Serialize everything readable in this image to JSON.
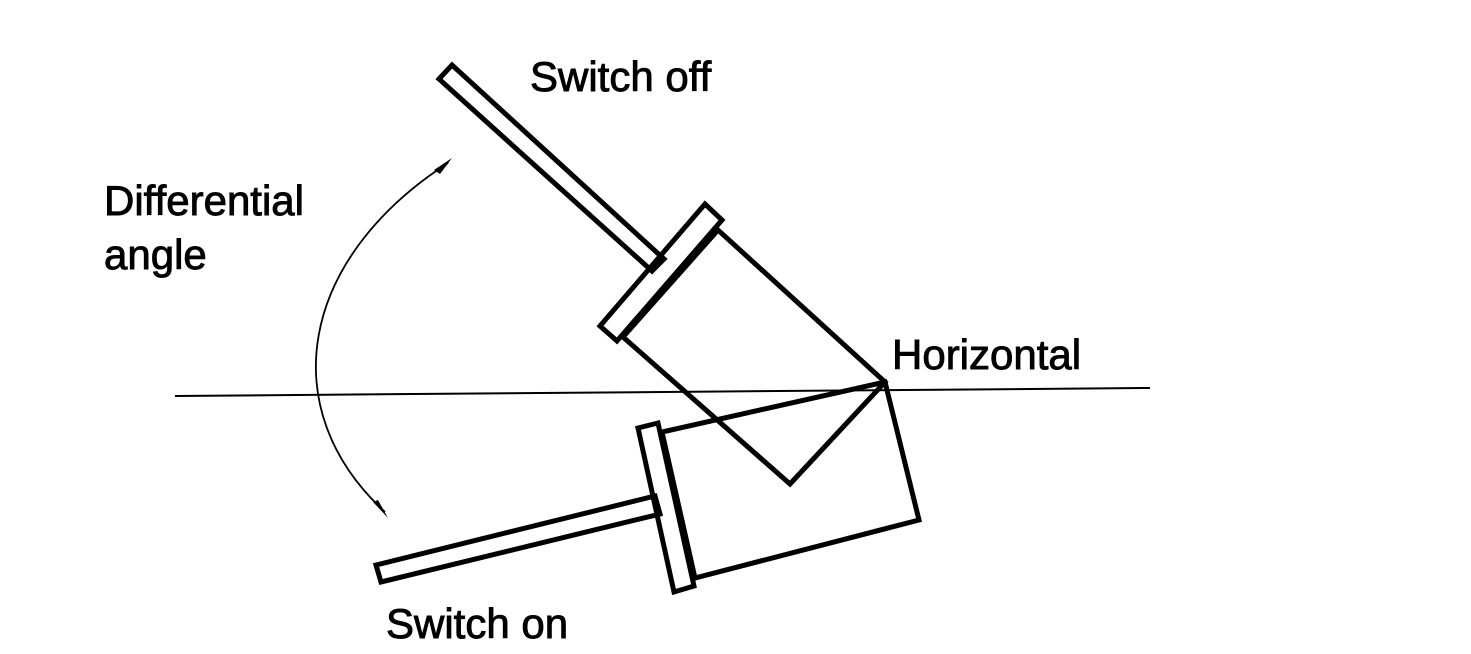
{
  "labels": {
    "switch_off": "Switch off",
    "switch_on": "Switch on",
    "horizontal": "Horizontal",
    "differential_line1": "Differential",
    "differential_line2": "angle"
  },
  "colors": {
    "stroke": "#000000",
    "background": "#ffffff"
  }
}
